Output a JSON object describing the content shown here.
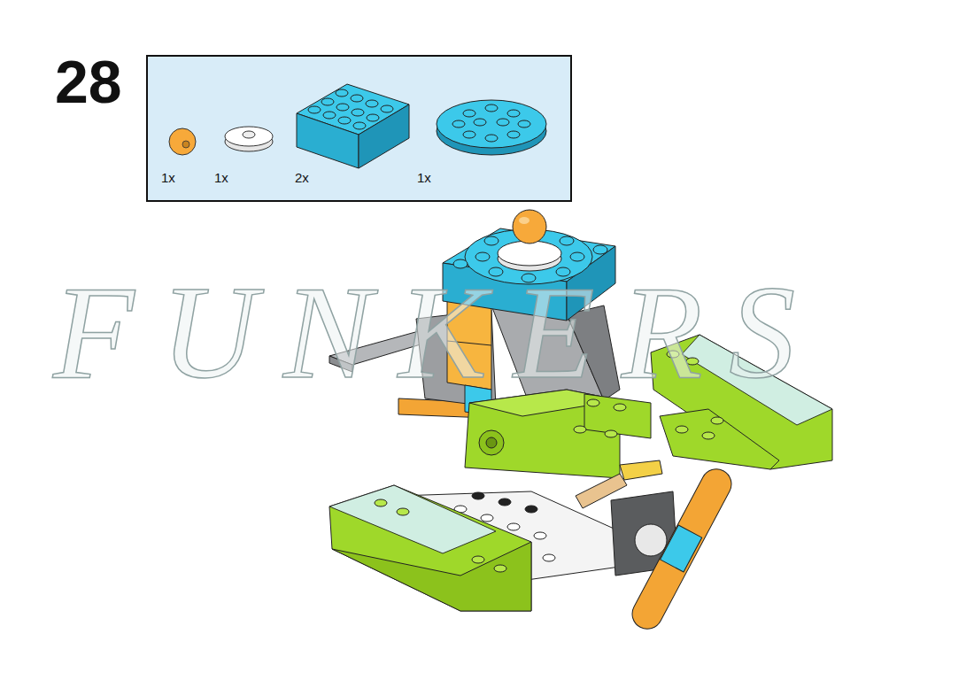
{
  "diagram": {
    "labels": [
      "28",
      "1x",
      "1x",
      "2x",
      "1x",
      "FUNKERS"
    ]
  }
}
